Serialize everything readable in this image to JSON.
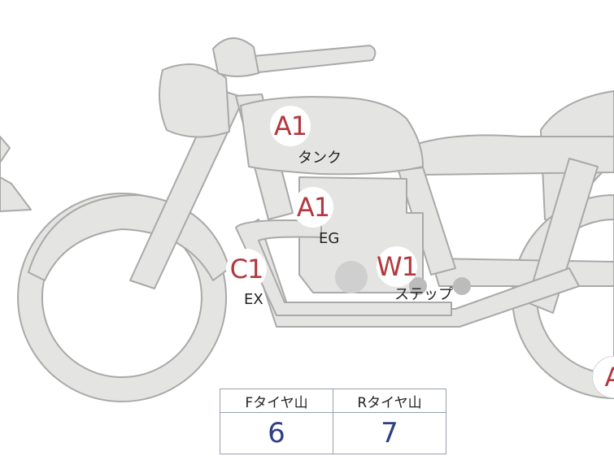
{
  "colors": {
    "body_fill": "#e4e4e2",
    "outline": "#a9a9a9",
    "grade_text": "#b3383e",
    "tire_value_text": "#2f3f86",
    "hotspot": "#cfcfcf"
  },
  "parts": [
    {
      "id": "tank",
      "grade": "A1",
      "label": "タンク"
    },
    {
      "id": "engine",
      "grade": "A1",
      "label": "EG"
    },
    {
      "id": "exhaust",
      "grade": "C1",
      "label": "EX"
    },
    {
      "id": "step",
      "grade": "W1",
      "label": "ステップ"
    },
    {
      "id": "rear",
      "grade": "A",
      "label": ""
    }
  ],
  "tire_tread": {
    "headers": [
      "Fタイヤ山",
      "Rタイヤ山"
    ],
    "values": [
      "6",
      "7"
    ]
  }
}
